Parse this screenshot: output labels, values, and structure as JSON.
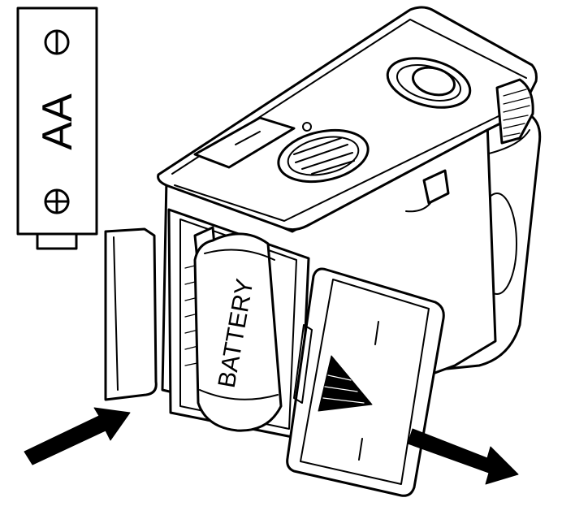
{
  "battery_icon": {
    "type_label": "AA",
    "minus_symbol": "⊖",
    "plus_symbol": "⊕"
  },
  "battery_cell": {
    "label": "BATTERY"
  },
  "icons": {
    "battery_icon": "aa-battery-icon",
    "camera": "camera-illustration",
    "arrow_in": "insert-arrow-icon",
    "arrow_out": "remove-arrow-icon",
    "door_triangle": "triangle-arrow-icon"
  },
  "colors": {
    "line": "#000000",
    "fill": "#ffffff"
  }
}
